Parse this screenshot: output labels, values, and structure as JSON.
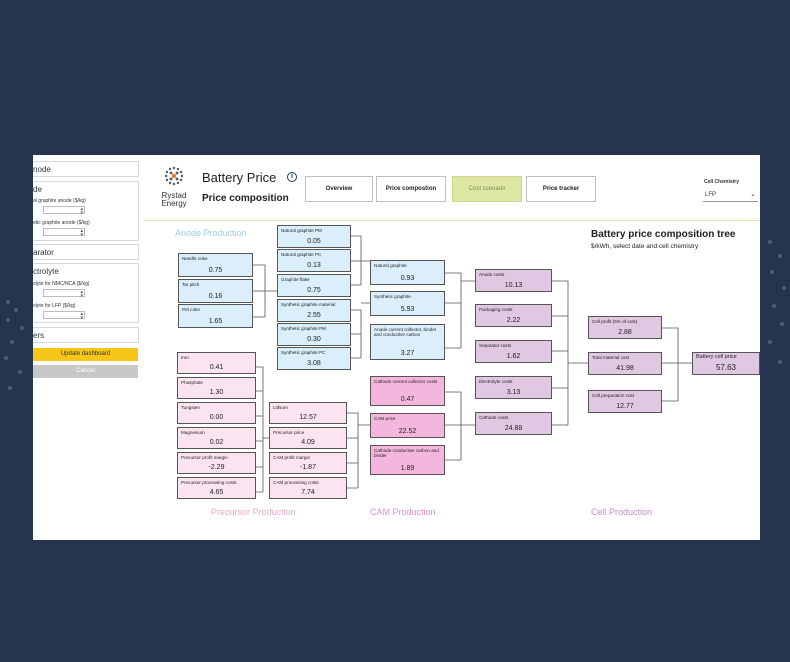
{
  "sidebar": {
    "sections": [
      {
        "title": "node"
      },
      {
        "title": "de",
        "fields": [
          {
            "label": "al graphite anode ($/kg)"
          },
          {
            "label": "etic graphite anode ($/kg)"
          }
        ]
      },
      {
        "title": "arator"
      },
      {
        "title": "ctrolyte",
        "fields": [
          {
            "label": "olyte for NMC/NCA ($/kg)"
          },
          {
            "label": "olyte for LFP ($/kg)"
          }
        ]
      },
      {
        "title": "ers"
      }
    ],
    "update_label": "Update dashboard",
    "cancel_label": "Cancel"
  },
  "header": {
    "logo_line1": "Rystad",
    "logo_line2": "Energy",
    "title": "Battery Price",
    "subtitle": "Price composition",
    "info_icon": "i"
  },
  "nav": {
    "overview": "Overview",
    "price_composition": "Price compostion",
    "cost_scenario": "Cost scenario",
    "price_tracker": "Price tracker"
  },
  "cell_chemistry": {
    "label": "Cell Chemistry",
    "value": "LFP"
  },
  "tree": {
    "title": "Battery price composition tree",
    "subtitle": "$/kWh, select date and cell chemistry",
    "sections": {
      "anode": "Anode Production",
      "precursor": "Precursor Production",
      "cam": "CAM Production",
      "cell": "Cell Production"
    },
    "colors": {
      "anode": "#9ecbea",
      "precursor": "#f0a6cf",
      "cam": "#e58ccb",
      "cell": "#c58ad1"
    },
    "nodes": {
      "needle_coke": {
        "label": "Needle coke",
        "value": "0.75"
      },
      "tar_pitch": {
        "label": "Tar pitch",
        "value": "0.16"
      },
      "pet_coke": {
        "label": "Pet coke",
        "value": "1.65"
      },
      "nat_pm": {
        "label": "Natural graphite PM",
        "value": "0.05"
      },
      "nat_pc": {
        "label": "Natural graphite PC",
        "value": "0.13"
      },
      "flake": {
        "label": "Graphite flake",
        "value": "0.75"
      },
      "syn_mat": {
        "label": "Synthetic graphite material",
        "value": "2.55"
      },
      "syn_pm": {
        "label": "Synthetic graphite PM",
        "value": "0.30"
      },
      "syn_pc": {
        "label": "Synthetic graphite PC",
        "value": "3.08"
      },
      "nat_graphite": {
        "label": "Natural graphite",
        "value": "0.93"
      },
      "syn_graphite": {
        "label": "Synthetic graphite",
        "value": "5.93"
      },
      "anode_cc": {
        "label": "Anode current collector, binder and conductive carbon",
        "value": "3.27"
      },
      "iron": {
        "label": "Iron",
        "value": "0.41"
      },
      "phosphate": {
        "label": "Phosphate",
        "value": "1.30"
      },
      "tungsten": {
        "label": "Tungsten",
        "value": "0.00"
      },
      "magnesium": {
        "label": "Magnesium",
        "value": "0.02"
      },
      "prec_margin": {
        "label": "Precursor profit margin",
        "value": "-2.29"
      },
      "prec_proc": {
        "label": "Precursor processing costs",
        "value": "4.65"
      },
      "lithium": {
        "label": "Lithium",
        "value": "12.57"
      },
      "prec_price": {
        "label": "Precursor price",
        "value": "4.09"
      },
      "cam_margin": {
        "label": "CAM profit margin",
        "value": "-1.87"
      },
      "cam_proc": {
        "label": "CAM processing costs",
        "value": "7.74"
      },
      "cathode_cc": {
        "label": "Cathode current collector costs",
        "value": "0.47"
      },
      "cam_price": {
        "label": "CAM price",
        "value": "22.52"
      },
      "cathode_cond": {
        "label": "Cathode conductive carbon and binder",
        "value": "1.89"
      },
      "anode_costs": {
        "label": "Anode costs",
        "value": "10.13"
      },
      "packaging": {
        "label": "Packaging costs",
        "value": "2.22"
      },
      "separator": {
        "label": "Separator costs",
        "value": "1.62"
      },
      "electrolyte": {
        "label": "Electrolyte costs",
        "value": "3.13"
      },
      "cathode_costs": {
        "label": "Cathode costs",
        "value": "24.88"
      },
      "cell_profit": {
        "label": "Cell profit (5% of cost)",
        "value": "2.88"
      },
      "total_material": {
        "label": "Total material cost",
        "value": "41.98"
      },
      "cell_prep": {
        "label": "Cell preparation cost",
        "value": "12.77"
      },
      "cell_price": {
        "label": "Battery cell price",
        "value": "57.63"
      }
    }
  }
}
